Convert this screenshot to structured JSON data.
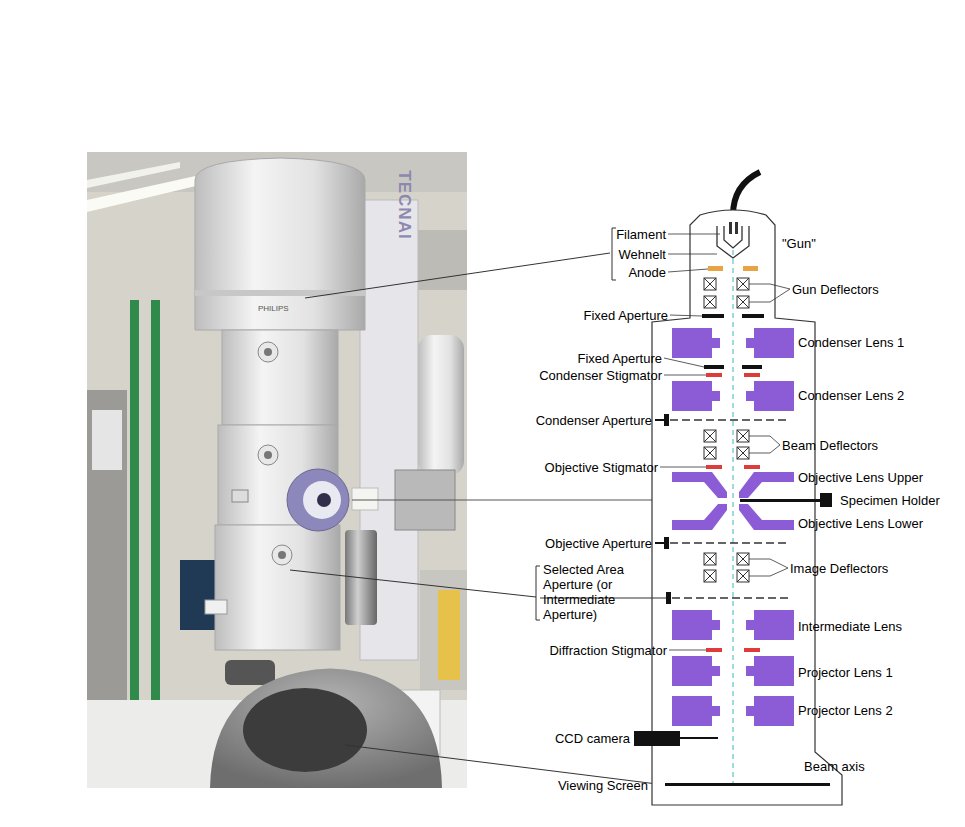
{
  "diagram": {
    "labels": [
      "Filament",
      "Wehnelt",
      "Anode",
      "\"Gun\"",
      "Gun Deflectors",
      "Fixed Aperture",
      "Condenser Lens 1",
      "Fixed Aperture",
      "Condenser Stigmator",
      "Condenser Lens 2",
      "Condenser Aperture",
      "Beam Deflectors",
      "Objective Stigmator",
      "Objective Lens Upper",
      "Specimen Holder",
      "Objective Lens Lower",
      "Objective Aperture",
      "Image Deflectors",
      "Selected Area Aperture (or Intermediate Aperture)",
      "Intermediate Lens",
      "Diffraction Stigmator",
      "Projector Lens 1",
      "Projector Lens 2",
      "CCD camera",
      "Beam axis",
      "Viewing Screen",
      "PHILIPS",
      "TECNAI"
    ]
  }
}
